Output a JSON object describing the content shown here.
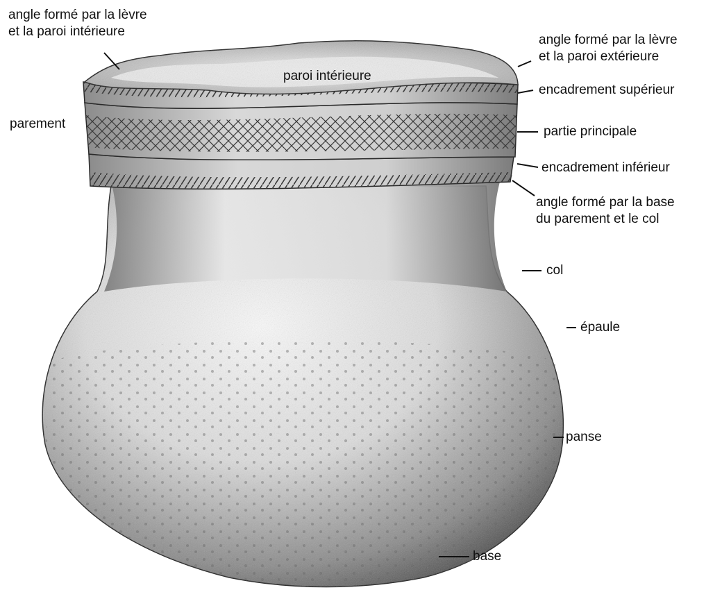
{
  "labels": {
    "angle_levre_interieure": "angle formé par la lèvre\net la paroi intérieure",
    "angle_levre_exterieure": "angle formé par la lèvre\net la paroi extérieure",
    "paroi_interieure": "paroi intérieure",
    "encadrement_superieur": "encadrement supérieur",
    "parement": "parement",
    "partie_principale": "partie principale",
    "encadrement_inferieur": "encadrement inférieur",
    "angle_base_parement_col": "angle formé par la base\ndu parement et le col",
    "col": "col",
    "epaule": "épaule",
    "panse": "panse",
    "base": "base"
  },
  "colors": {
    "ink": "#111111",
    "clay_light": "#f4f4f4",
    "clay_mid": "#bdbdbd",
    "clay_dark": "#4a4a4a",
    "collar": "#d8d8d8"
  }
}
